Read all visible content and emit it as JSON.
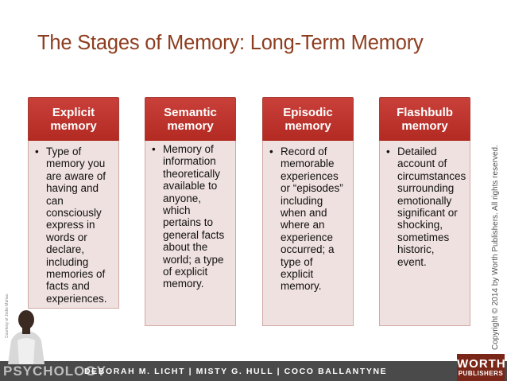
{
  "slide": {
    "title": "The Stages of Memory: Long-Term Memory"
  },
  "cards": [
    {
      "heading": "Explicit memory",
      "body": "Type of memory you are aware of having and can consciously express in words or declare, including memories of facts and experiences."
    },
    {
      "heading": "Semantic memory",
      "body": "Memory of information theoretically available to anyone, which pertains to general facts about the world; a type of explicit memory."
    },
    {
      "heading": "Episodic memory",
      "body": "Record of memorable experiences or “episodes” including when and where an experience occurred; a type of explicit memory."
    },
    {
      "heading": "Flashbulb memory",
      "body": "Detailed account of circumstances surrounding emotionally significant or shocking, sometimes historic, event."
    }
  ],
  "bullet_glyph": "•",
  "footer": {
    "book": "PSYCHOLOGY",
    "authors": "DEBORAH M. LICHT | MISTY G. HULL | COCO BALLANTYNE",
    "publisher_line1": "WORTH",
    "publisher_line2": "PUBLISHERS",
    "copyright": "Copyright © 2014 by Worth Publishers. All rights reserved.",
    "photo_credit": "Courtesy of Jodie Mahau"
  },
  "colors": {
    "title": "#8e3d1f",
    "card_header": "#c4362c",
    "card_body": "#efe1df",
    "footer_bar": "#4a4a4a",
    "publisher_box": "#7a2618"
  }
}
